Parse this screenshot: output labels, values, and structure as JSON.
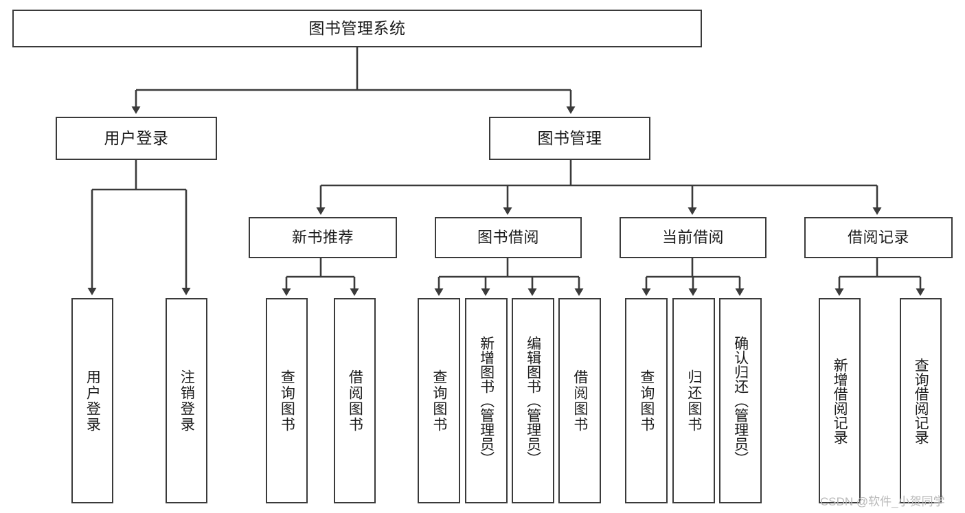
{
  "diagram": {
    "type": "tree-hierarchy",
    "title": "图书管理系统",
    "watermark": "CSDN @软件_小贺同学",
    "colors": {
      "box_border": "#3a3a3a",
      "box_fill": "#ffffff",
      "connector": "#3a3a3a",
      "text": "#1b1b1b",
      "watermark": "#b9b9b9",
      "background": "#ffffff"
    },
    "nodes": {
      "root": {
        "label": "图书管理系统",
        "level": 1
      },
      "level2": [
        {
          "id": "user-login",
          "label": "用户登录"
        },
        {
          "id": "book-management",
          "label": "图书管理"
        }
      ],
      "level3": [
        {
          "id": "new-book-recommend",
          "label": "新书推荐",
          "parent": "book-management"
        },
        {
          "id": "book-borrow",
          "label": "图书借阅",
          "parent": "book-management"
        },
        {
          "id": "current-borrow",
          "label": "当前借阅",
          "parent": "book-management"
        },
        {
          "id": "borrow-record",
          "label": "借阅记录",
          "parent": "book-management"
        }
      ],
      "leaves": [
        {
          "id": "leaf-user-login",
          "label": "用户登录",
          "parent": "user-login"
        },
        {
          "id": "leaf-logout-login",
          "label": "注销登录",
          "parent": "user-login"
        },
        {
          "id": "leaf-query-book-1",
          "label": "查询图书",
          "parent": "new-book-recommend"
        },
        {
          "id": "leaf-borrow-book-1",
          "label": "借阅图书",
          "parent": "new-book-recommend"
        },
        {
          "id": "leaf-query-book-2",
          "label": "查询图书",
          "parent": "book-borrow"
        },
        {
          "id": "leaf-add-book-admin",
          "label": "新增图书（管理员）",
          "parent": "book-borrow"
        },
        {
          "id": "leaf-edit-book-admin",
          "label": "编辑图书（管理员）",
          "parent": "book-borrow"
        },
        {
          "id": "leaf-borrow-book-2",
          "label": "借阅图书",
          "parent": "book-borrow"
        },
        {
          "id": "leaf-query-book-3",
          "label": "查询图书",
          "parent": "current-borrow"
        },
        {
          "id": "leaf-return-book",
          "label": "归还图书",
          "parent": "current-borrow"
        },
        {
          "id": "leaf-confirm-return-admin",
          "label": "确认归还（管理员）",
          "parent": "current-borrow"
        },
        {
          "id": "leaf-add-borrow-record",
          "label": "新增借阅记录",
          "parent": "borrow-record"
        },
        {
          "id": "leaf-query-borrow-record",
          "label": "查询借阅记录",
          "parent": "borrow-record"
        }
      ]
    }
  }
}
